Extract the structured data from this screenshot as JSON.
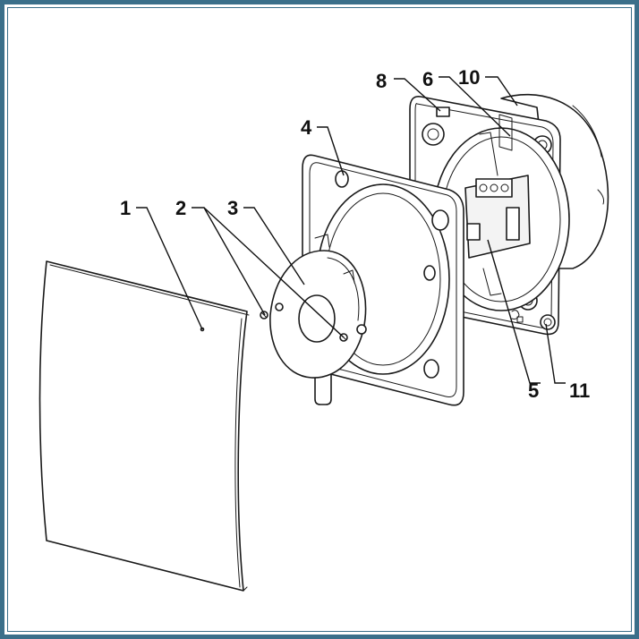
{
  "callouts": [
    {
      "id": "1",
      "label": "1"
    },
    {
      "id": "2",
      "label": "2"
    },
    {
      "id": "3",
      "label": "3"
    },
    {
      "id": "4",
      "label": "4"
    },
    {
      "id": "5",
      "label": "5"
    },
    {
      "id": "6",
      "label": "6"
    },
    {
      "id": "8",
      "label": "8"
    },
    {
      "id": "10",
      "label": "10"
    },
    {
      "id": "11",
      "label": "11"
    }
  ],
  "colors": {
    "frame_border": "#3a6f8a",
    "line": "#1a1a1a",
    "background": "#ffffff"
  }
}
